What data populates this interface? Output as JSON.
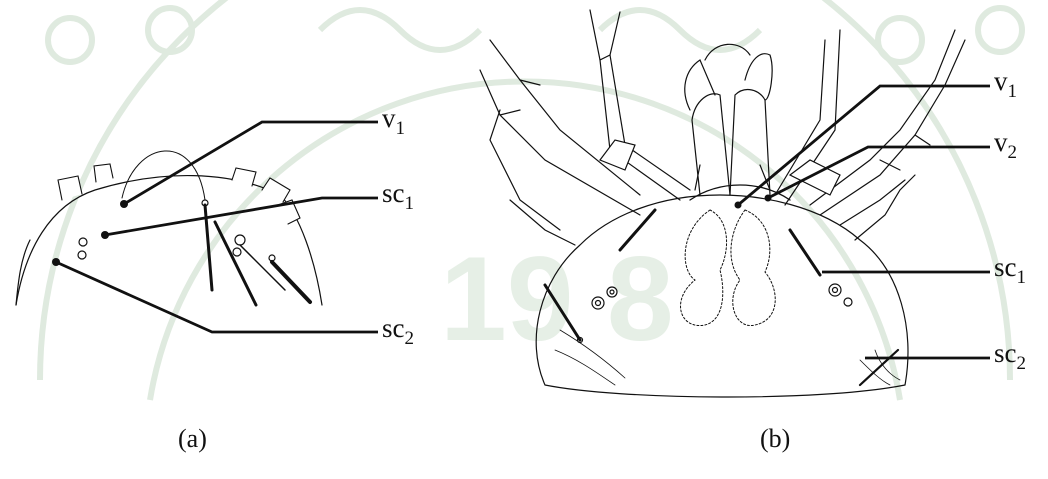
{
  "panel_a": {
    "caption": "(a)",
    "labels": [
      {
        "base": "v",
        "sub": "1"
      },
      {
        "base": "sc",
        "sub": "1"
      },
      {
        "base": "sc",
        "sub": "2"
      }
    ]
  },
  "panel_b": {
    "caption": "(b)",
    "labels": [
      {
        "base": "v",
        "sub": "1"
      },
      {
        "base": "v",
        "sub": "2"
      },
      {
        "base": "sc",
        "sub": "1"
      },
      {
        "base": "sc",
        "sub": "2"
      }
    ]
  },
  "watermark": {
    "text": "19 8"
  },
  "colors": {
    "ink": "#111111",
    "watermark": "#dfeadf"
  }
}
